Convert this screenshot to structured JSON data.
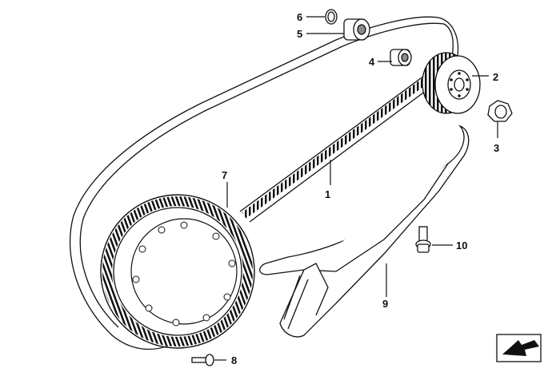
{
  "parts": [
    {
      "number": "1",
      "name": "toothed-belt"
    },
    {
      "number": "2",
      "name": "belt-pulley"
    },
    {
      "number": "3",
      "name": "collar-nut"
    },
    {
      "number": "4",
      "name": "spacer-sleeve"
    },
    {
      "number": "5",
      "name": "bearing"
    },
    {
      "number": "6",
      "name": "circlip"
    },
    {
      "number": "7",
      "name": "rear-wheel-sprocket"
    },
    {
      "number": "8",
      "name": "bolt"
    },
    {
      "number": "9",
      "name": "belt-guard"
    },
    {
      "number": "10",
      "name": "fastening-bolt"
    }
  ],
  "colors": {
    "line": "#111111",
    "background": "#ffffff",
    "fill": "#ffffff",
    "shade": "#8a8a8a"
  },
  "icons": [
    "direction-arrow-icon"
  ]
}
